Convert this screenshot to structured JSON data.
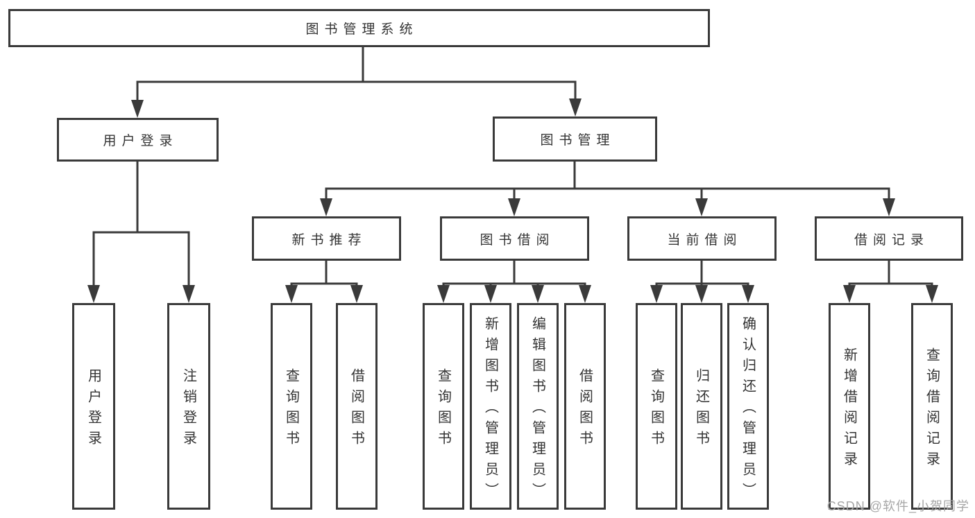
{
  "diagram": {
    "title": "图书管理系统",
    "tree": {
      "label": "图书管理系统",
      "children": [
        {
          "label": "用户登录",
          "children": [
            {
              "label": "用户登录"
            },
            {
              "label": "注销登录"
            }
          ]
        },
        {
          "label": "图书管理",
          "children": [
            {
              "label": "新书推荐",
              "children": [
                {
                  "label": "查询图书"
                },
                {
                  "label": "借阅图书"
                }
              ]
            },
            {
              "label": "图书借阅",
              "children": [
                {
                  "label": "查询图书"
                },
                {
                  "label": "新增图书（管理员）"
                },
                {
                  "label": "编辑图书（管理员）"
                },
                {
                  "label": "借阅图书"
                }
              ]
            },
            {
              "label": "当前借阅",
              "children": [
                {
                  "label": "查询图书"
                },
                {
                  "label": "归还图书"
                },
                {
                  "label": "确认归还（管理员）"
                }
              ]
            },
            {
              "label": "借阅记录",
              "children": [
                {
                  "label": "新增借阅记录"
                },
                {
                  "label": "查询借阅记录"
                }
              ]
            }
          ]
        }
      ]
    }
  },
  "watermark": {
    "text": "CSDN @软件_小贺同学"
  },
  "colors": {
    "line": "#3a3a3a",
    "text": "#333333",
    "watermark": "#a6a6a6",
    "background": "#ffffff"
  }
}
